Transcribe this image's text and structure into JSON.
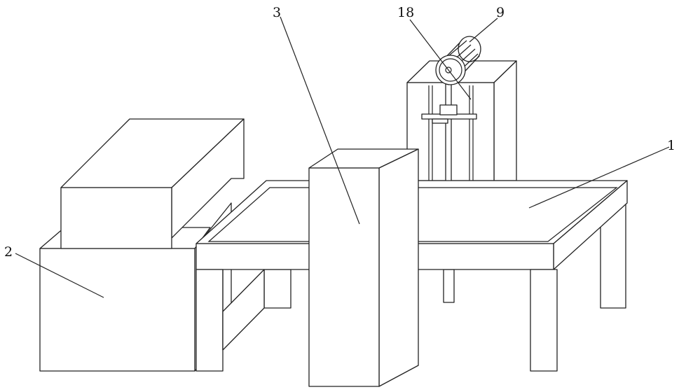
{
  "labels": {
    "conveyor_table": "1",
    "machine_body": "2",
    "column": "3",
    "motor": "9",
    "shaft": "18"
  }
}
